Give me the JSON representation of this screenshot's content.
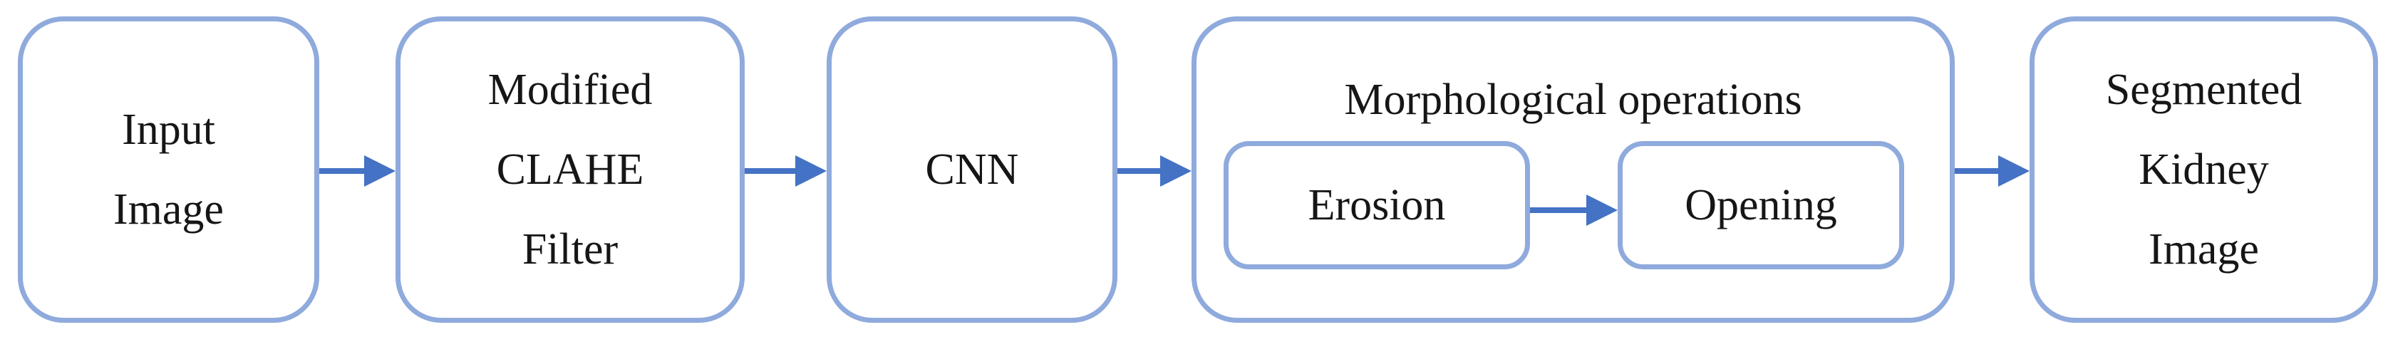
{
  "diagram": {
    "background_color": "#ffffff",
    "box_border_color": "#8FAADC",
    "arrow_color": "#4472C4",
    "text_color": "#161616",
    "nodes": [
      {
        "id": "input-image",
        "lines": [
          "Input",
          "Image"
        ]
      },
      {
        "id": "modified-clahe-filter",
        "lines": [
          "Modified",
          "CLAHE",
          "Filter"
        ]
      },
      {
        "id": "cnn",
        "lines": [
          "CNN"
        ]
      },
      {
        "id": "morphological-operations",
        "title": "Morphological operations",
        "children": [
          {
            "id": "erosion",
            "label": "Erosion"
          },
          {
            "id": "opening",
            "label": "Opening"
          }
        ]
      },
      {
        "id": "segmented-kidney-image",
        "lines": [
          "Segmented",
          "Kidney",
          "Image"
        ]
      }
    ]
  }
}
